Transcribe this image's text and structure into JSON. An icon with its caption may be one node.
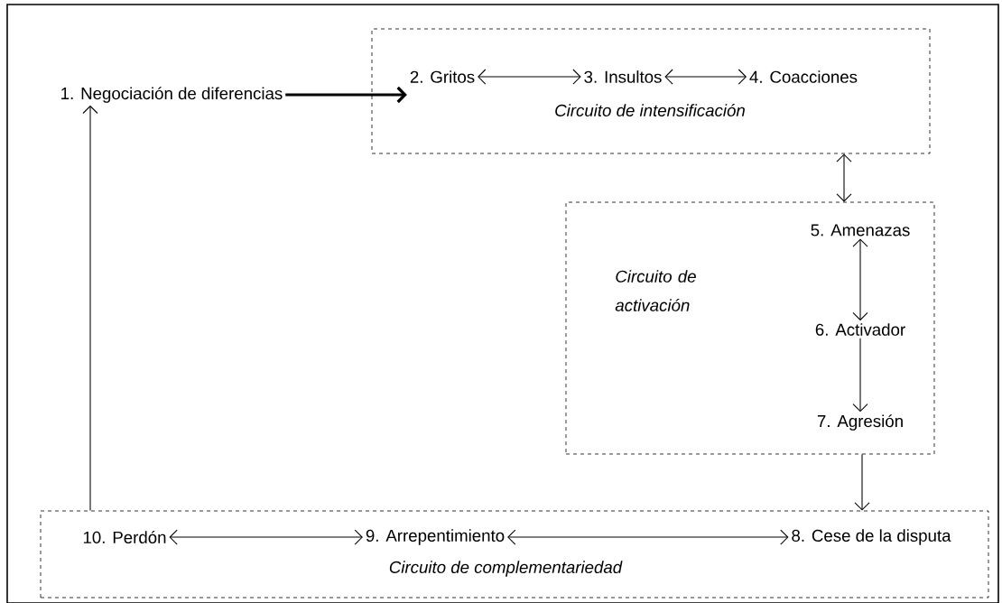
{
  "diagram": {
    "nodes": [
      {
        "text": [
          "1. Negociación de diferencias"
        ]
      },
      {
        "text": [
          "Circuito de intensificación"
        ]
      },
      {
        "text": [
          "2. Gritos"
        ],
        "in": 1
      },
      {
        "text": [
          "3. Insultos"
        ],
        "in": 1
      },
      {
        "text": [
          "4. Coacciones"
        ],
        "in": 1
      },
      {
        "text": [
          "Circuito de activación"
        ]
      },
      {
        "text": [
          "5. Amenazas"
        ],
        "in": 5
      },
      {
        "text": [
          "6. Activador"
        ],
        "in": 5
      },
      {
        "text": [
          "7. Agresión"
        ],
        "in": 5
      },
      {
        "text": [
          "Circuito de complementariedad"
        ]
      },
      {
        "text": [
          "10. Perdón"
        ],
        "in": 9
      },
      {
        "text": [
          "9. Arrepentimiento"
        ],
        "in": 9
      },
      {
        "text": [
          "8. Cese de la disputa"
        ],
        "in": 9
      }
    ],
    "edges": [
      {
        "from": 0,
        "to": 2,
        "arrow": "to",
        "style": "thick"
      },
      {
        "from": 2,
        "to": 3,
        "arrow": "both"
      },
      {
        "from": 3,
        "to": 4,
        "arrow": "both"
      },
      {
        "from": 1,
        "to": 5,
        "arrow": "both"
      },
      {
        "from": 6,
        "to": 7,
        "arrow": "both"
      },
      {
        "from": 7,
        "to": 8,
        "arrow": "to"
      },
      {
        "from": 5,
        "to": 9,
        "arrow": "to"
      },
      {
        "from": 10,
        "to": 11,
        "arrow": "both"
      },
      {
        "from": 11,
        "to": 12,
        "arrow": "both"
      },
      {
        "from": 9,
        "to": 0,
        "arrow": "to"
      }
    ]
  }
}
